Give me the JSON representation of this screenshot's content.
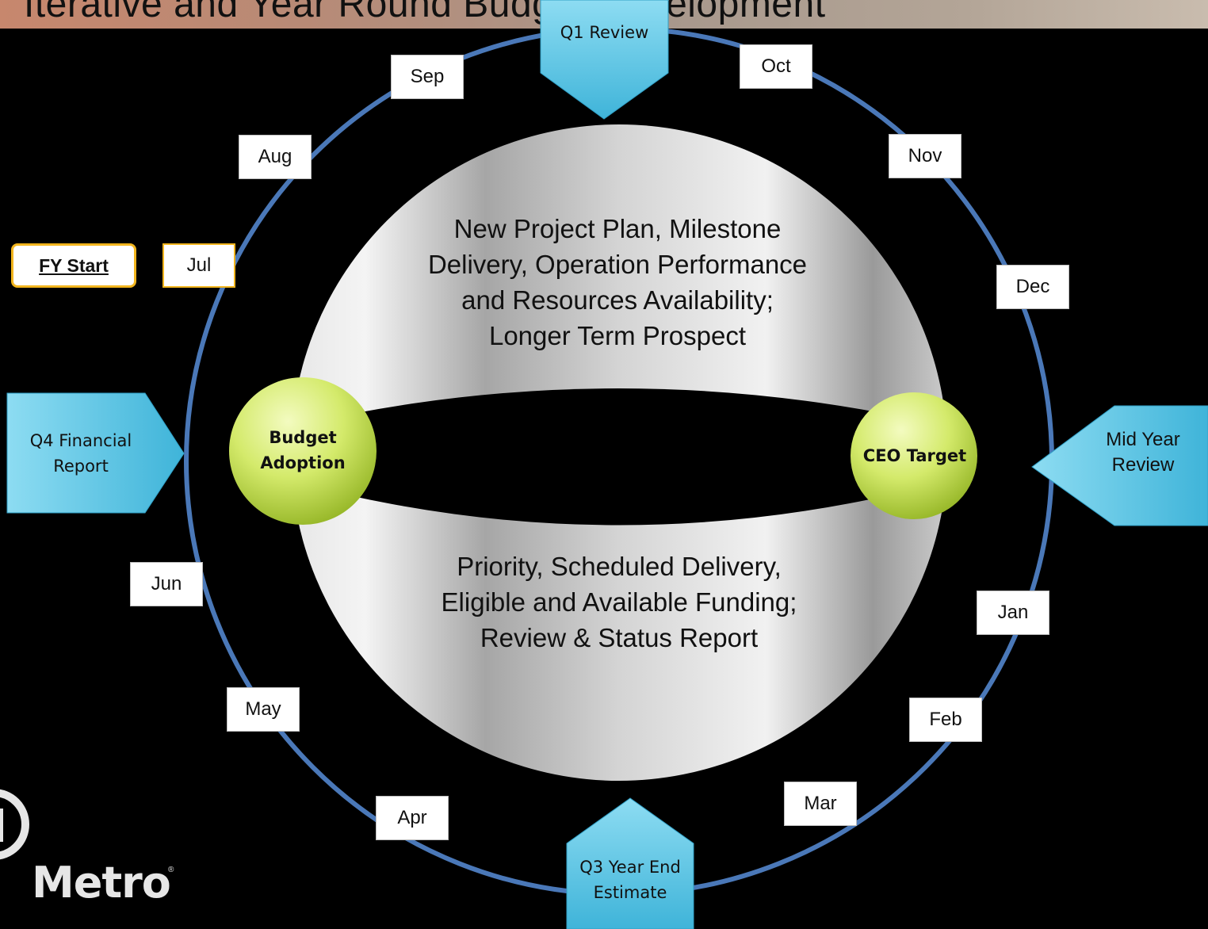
{
  "title": "Iterative and Year Round Budget Development",
  "center": {
    "top_text": "New Project Plan, Milestone Delivery, Operation Performance and Resources Availability; Longer Term Prospect",
    "bottom_text": "Priority, Scheduled Delivery, Eligible and Available Funding; Review & Status Report"
  },
  "nodes": {
    "left": "Budget Adoption",
    "right": "CEO Target"
  },
  "arrows": {
    "top": "Q1 Review",
    "right": "Mid Year Review",
    "bottom": "Q3 Year End Estimate",
    "left": "Q4 Financial Report"
  },
  "fy_start": "FY Start",
  "months": {
    "jul": "Jul",
    "aug": "Aug",
    "sep": "Sep",
    "oct": "Oct",
    "nov": "Nov",
    "dec": "Dec",
    "jan": "Jan",
    "feb": "Feb",
    "mar": "Mar",
    "apr": "Apr",
    "may": "May",
    "jun": "Jun"
  },
  "logo": {
    "text": "Metro",
    "reg_mark": "®"
  },
  "colors": {
    "background": "#000000",
    "ring": "#4a78b8",
    "arrow_fill": "#5ec8e6",
    "node_fill": "#cde65a",
    "highlight": "#f2b51e"
  }
}
